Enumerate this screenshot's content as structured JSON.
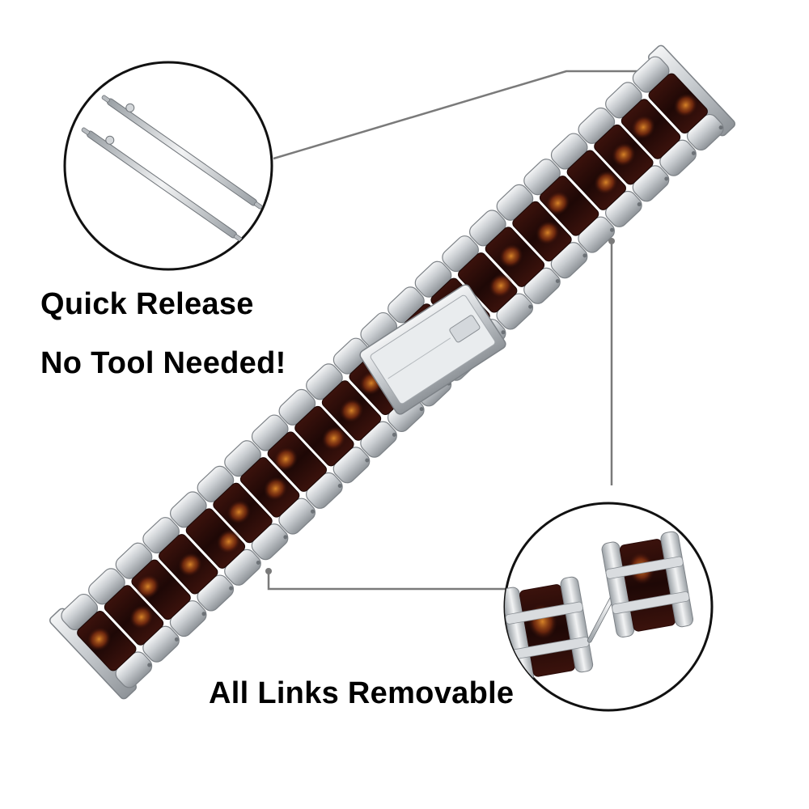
{
  "captions": {
    "quick_release": "Quick Release",
    "no_tool": "No Tool Needed!",
    "links_removable": "All Links  Removable"
  },
  "colors": {
    "background": "#ffffff",
    "steel": "#c9cdd1",
    "steel_light": "#eef0f2",
    "steel_dark": "#8c9196",
    "resin_dark": "#2a0c0a",
    "resin_mid": "#5a1a10",
    "resin_amber": "#c46a1e",
    "callout_line": "#7a7a7a",
    "callout_circle": "#111111",
    "caption_text": "#000000"
  },
  "icons": {
    "spring_bars": "spring-bar-pins-icon",
    "removed_links": "removed-links-icon",
    "clasp": "butterfly-clasp-icon"
  }
}
